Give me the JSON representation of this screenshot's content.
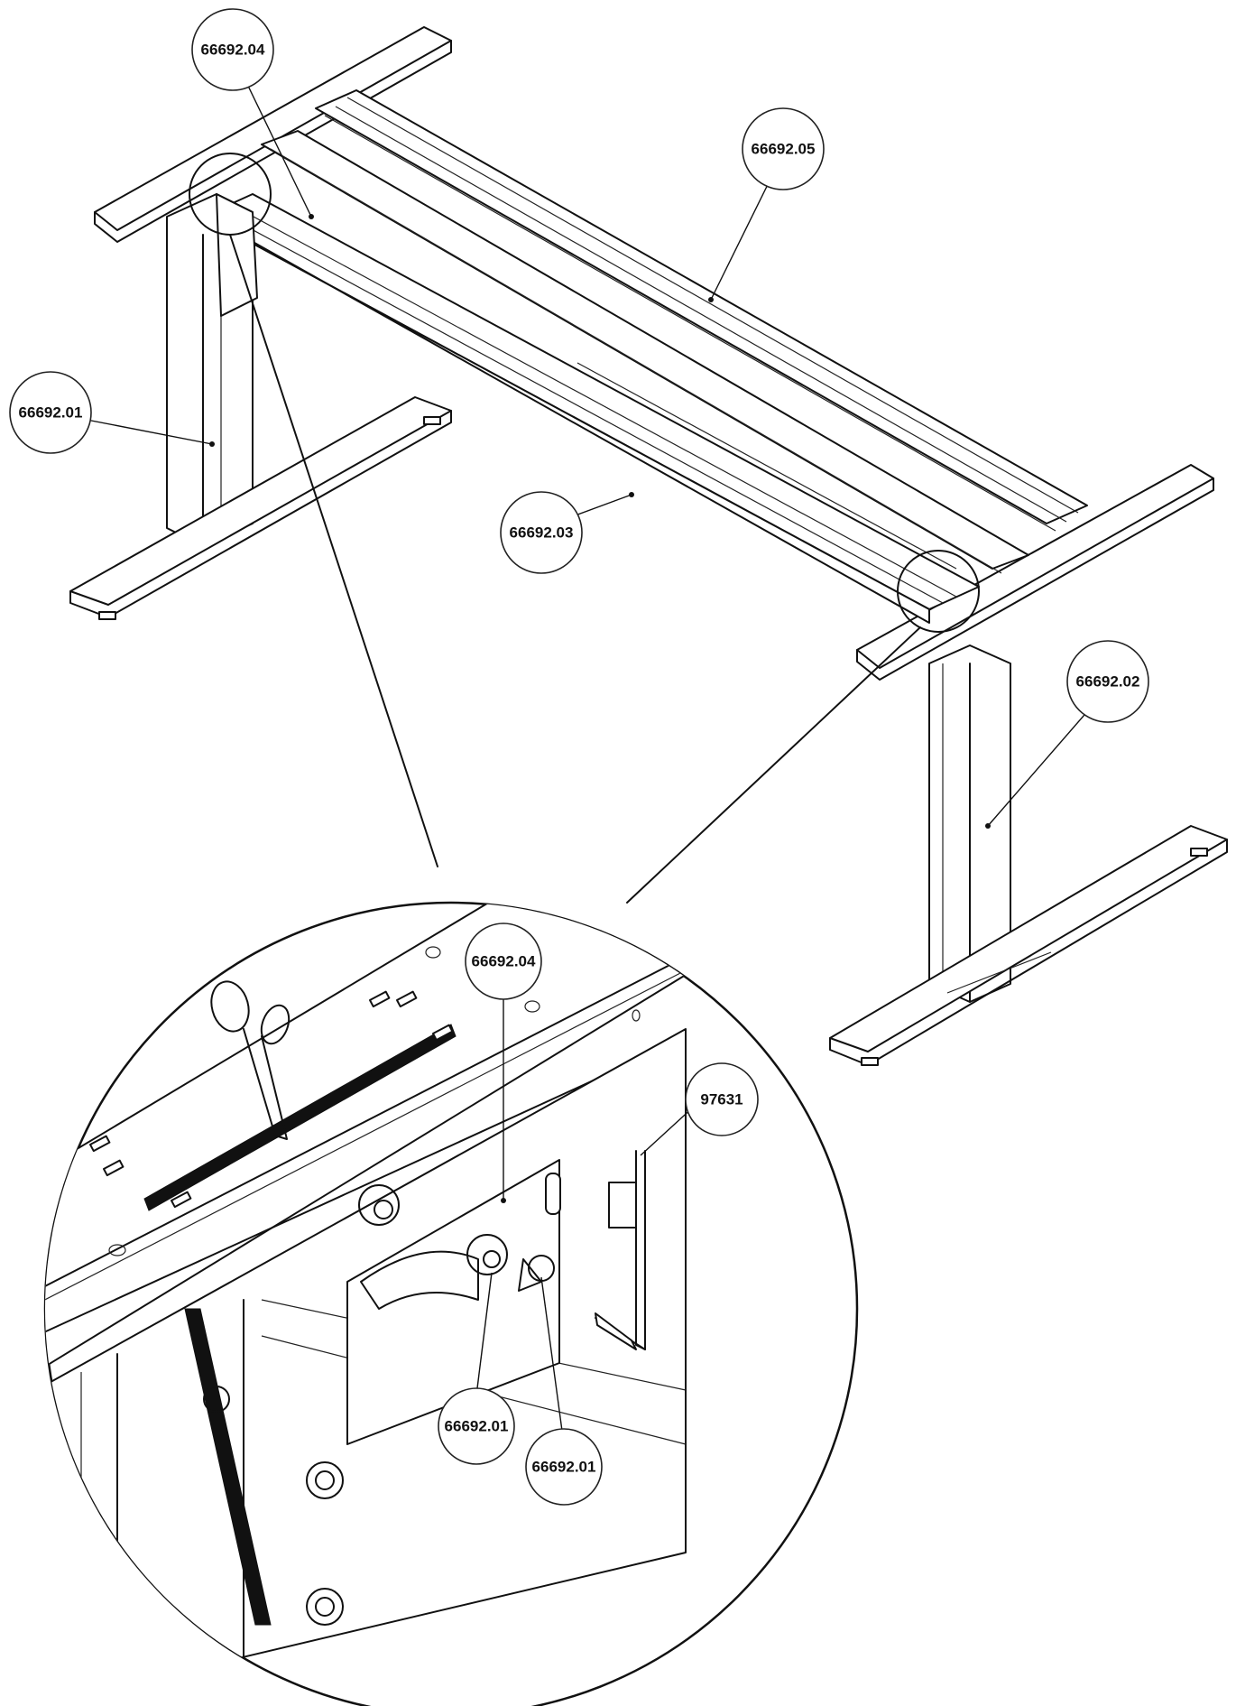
{
  "diagram": {
    "callouts": [
      {
        "id": "c1",
        "label": "66692.04"
      },
      {
        "id": "c2",
        "label": "66692.05"
      },
      {
        "id": "c3",
        "label": "66692.01"
      },
      {
        "id": "c4",
        "label": "66692.03"
      },
      {
        "id": "c5",
        "label": "66692.02"
      },
      {
        "id": "c6",
        "label": "66692.04"
      },
      {
        "id": "c7",
        "label": "97631"
      },
      {
        "id": "c8",
        "label": "66692.01"
      },
      {
        "id": "c9",
        "label": "66692.01"
      }
    ]
  }
}
